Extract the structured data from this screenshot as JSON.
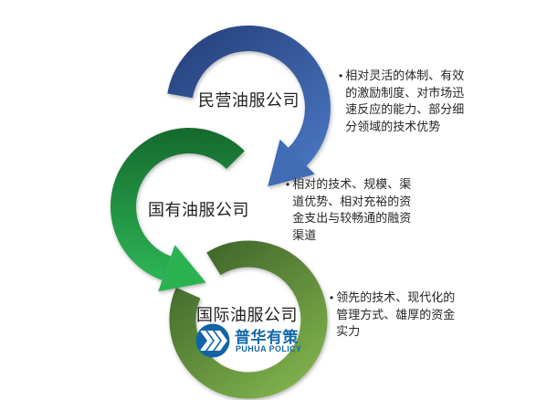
{
  "diagram": {
    "title_hint": "cycle-arrow comparison of oil service company types",
    "bullet_char": "•",
    "nodes": [
      {
        "label": "民营油服公司",
        "description": "相对灵活的体制、有效\n的激励制度、对市场迅\n速反应的能力、部分细\n分领域的技术优势",
        "ring_color_start": "#263f7b",
        "ring_color_end": "#4b7ac6"
      },
      {
        "label": "国有油服公司",
        "description": "相对的技术、规模、渠\n道优势、相对充裕的资\n金支出与较畅通的融资\n渠道",
        "ring_color_start": "#156a2e",
        "ring_color_end": "#2eb757"
      },
      {
        "label": "国际油服公司",
        "description": "领先的技术、现代化的\n管理方式、雄厚的资金\n实力",
        "ring_color_start": "#3a5f27",
        "ring_color_end": "#85b74e"
      }
    ],
    "logo": {
      "cn": "普华有策",
      "en": "PUHUA POLICY",
      "roundel_color": "#1165a7",
      "text_color": "#1368aa"
    }
  }
}
